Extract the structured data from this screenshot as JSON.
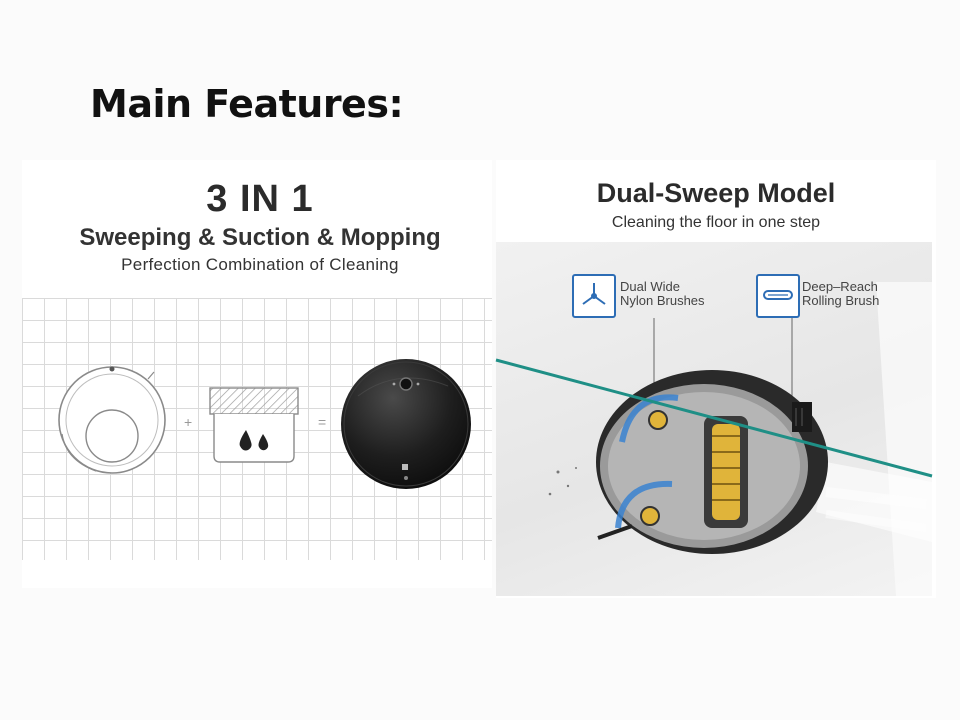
{
  "slide": {
    "title": "Main Features:"
  },
  "left_panel": {
    "heading": "3 IN 1",
    "subheading": "Sweeping & Suction & Mopping",
    "tagline": "Perfection Combination of Cleaning",
    "plus_symbol": "+",
    "equals_symbol": "="
  },
  "right_panel": {
    "heading": "Dual-Sweep Model",
    "subheading": "Cleaning the floor in one step",
    "features": [
      {
        "line1": "Dual Wide",
        "line2": "Nylon Brushes",
        "icon": "tri-brush-icon"
      },
      {
        "line1": "Deep–Reach",
        "line2": "Rolling Brush",
        "icon": "rolling-brush-icon"
      }
    ]
  },
  "colors": {
    "teal_line": "#1f8f86",
    "accent_blue": "#2d6db5",
    "robot_dark": "#1a1a1a",
    "brush_yellow": "#e0b43a"
  }
}
